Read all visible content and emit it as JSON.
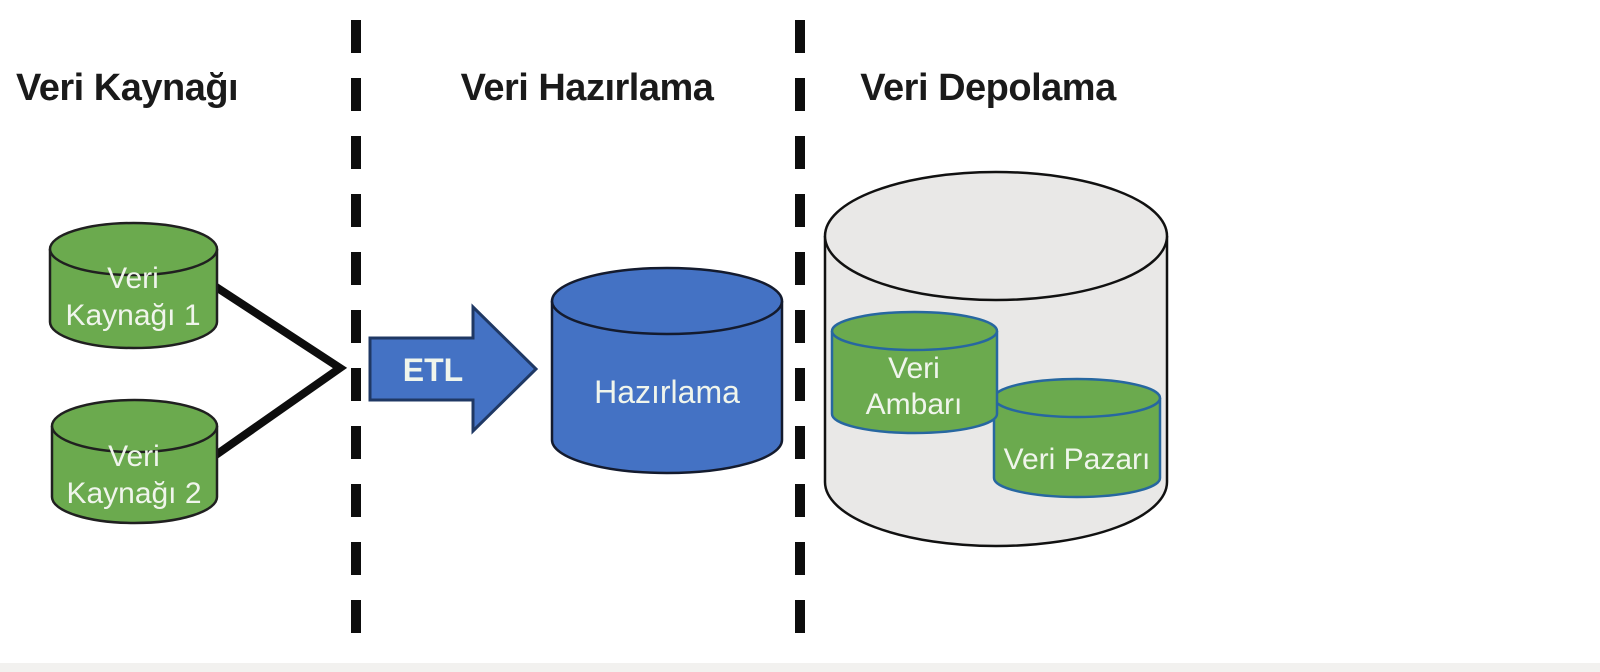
{
  "diagram": {
    "section_titles": [
      {
        "text": "Veri Kaynağı"
      },
      {
        "text": "Veri Hazırlama"
      },
      {
        "text": "Veri Depolama"
      }
    ],
    "nodes": {
      "source1": {
        "line1": "Veri",
        "line2": "Kaynağı 1"
      },
      "source2": {
        "line1": "Veri",
        "line2": "Kaynağı 2"
      },
      "etl": {
        "label": "ETL"
      },
      "staging": {
        "label": "Hazırlama"
      },
      "warehouse": {
        "line1": "Veri",
        "line2": "Ambarı"
      },
      "datamart": {
        "label": "Veri Pazarı"
      }
    },
    "colors": {
      "green_fill": "#6BAA4E",
      "green_outline": "#202020",
      "blue_fill": "#4472C4",
      "blue_cyl_outline": "#141B2E",
      "arrow_fill": "#4472C4",
      "arrow_outline": "#1F3864",
      "inner_cyl_outline": "#2767A0",
      "gray_fill": "#E9E8E7",
      "gray_outline": "#111111",
      "label_light": "#F0F5EC",
      "title_color": "#1A1A1A",
      "divider_color": "#0D0D0D",
      "connector_color": "#0D0D0D",
      "bottom_band": "#F2F1EF"
    }
  }
}
